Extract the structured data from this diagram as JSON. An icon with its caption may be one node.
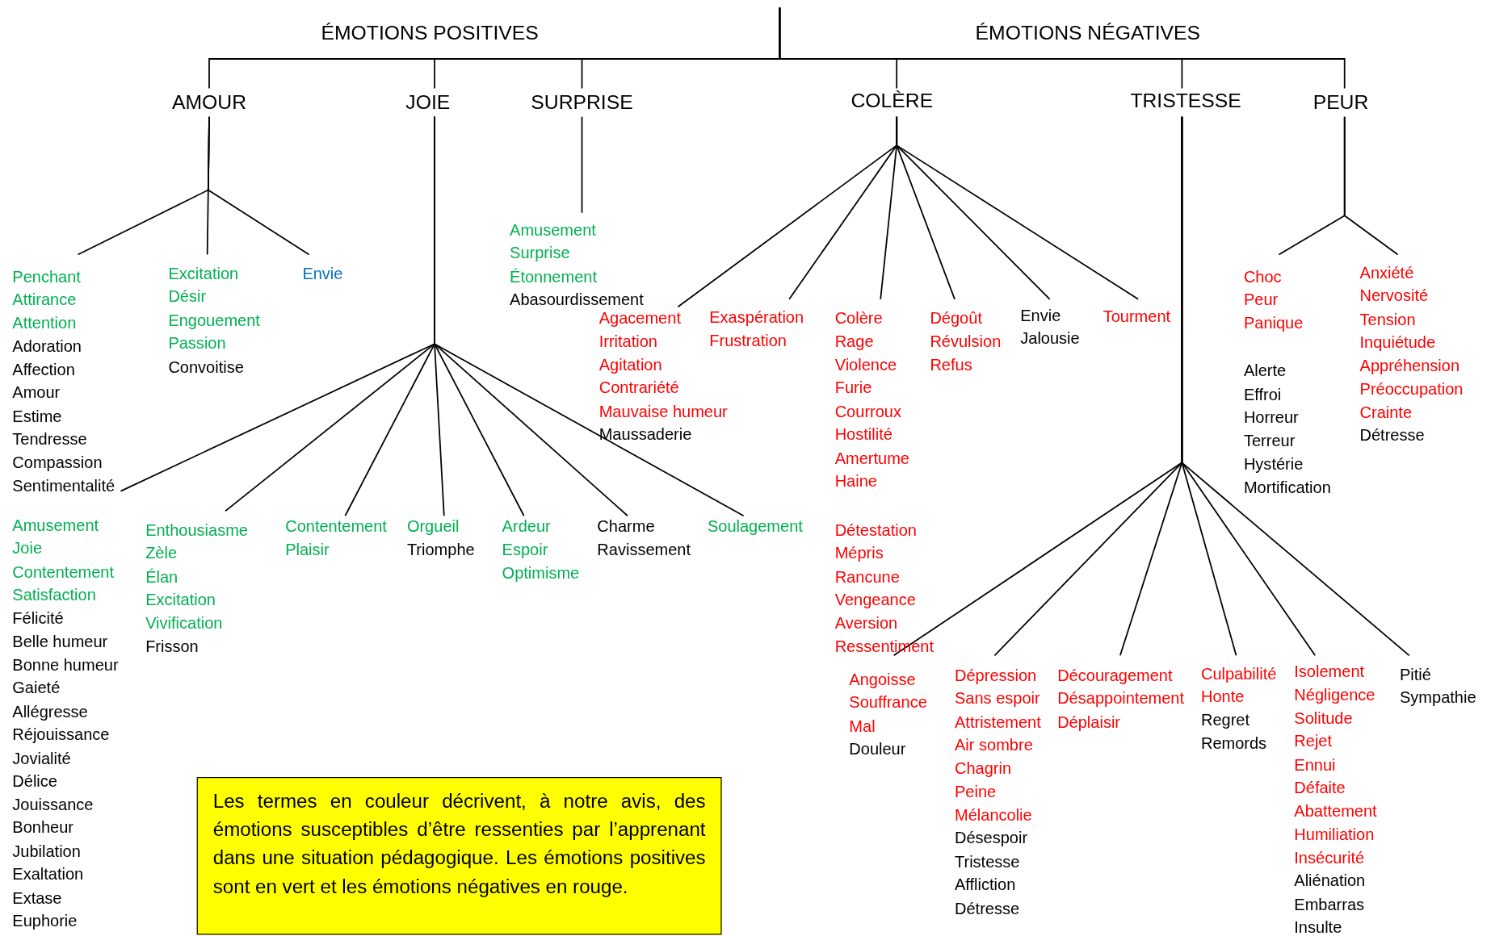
{
  "diagram": {
    "nodes": [
      {
        "text": [
          "AMOUR"
        ]
      },
      {
        "text": [
          "JOIE"
        ]
      },
      {
        "text": [
          "SURPRISE"
        ]
      },
      {
        "text": [
          "COLÈRE"
        ]
      },
      {
        "text": [
          "TRISTESSE"
        ]
      },
      {
        "text": [
          "PEUR"
        ]
      },
      {
        "text": [
          "Penchant",
          "Attirance",
          "Attention",
          "Adoration",
          "Affection",
          "Amour",
          "Estime",
          "Tendresse",
          "Compassion",
          "Sentimentalité"
        ]
      },
      {
        "text": [
          "Excitation",
          "Désir",
          "Engouement",
          "Passion",
          "Convoitise"
        ]
      },
      {
        "text": [
          "Envie"
        ]
      },
      {
        "text": [
          "Amusement",
          "Joie",
          "Contentement",
          "Satisfaction",
          "Félicité",
          "Belle humeur",
          "Bonne humeur",
          "Gaieté",
          "Allégresse",
          "Réjouissance",
          "Jovialité",
          "Délice",
          "Jouissance",
          "Bonheur",
          "Jubilation",
          "Exaltation",
          "Extase",
          "Euphorie"
        ]
      },
      {
        "text": [
          "Enthousiasme",
          "Zèle",
          "Élan",
          "Excitation",
          "Vivification",
          "Frisson"
        ]
      },
      {
        "text": [
          "Contentement",
          "Plaisir"
        ]
      },
      {
        "text": [
          "Orgueil",
          "Triomphe"
        ]
      },
      {
        "text": [
          "Ardeur",
          "Espoir",
          "Optimisme"
        ]
      },
      {
        "text": [
          "Charme",
          "Ravissement"
        ]
      },
      {
        "text": [
          "Soulagement"
        ]
      },
      {
        "text": [
          "Amusement",
          "Surprise",
          "Étonnement",
          "Abasourdissement"
        ]
      },
      {
        "text": [
          "Agacement",
          "Irritation",
          "Agitation",
          "Contrariété",
          "Mauvaise humeur",
          "Maussaderie"
        ]
      },
      {
        "text": [
          "Exaspération",
          "Frustration"
        ]
      },
      {
        "text": [
          "Colère",
          "Rage",
          "Violence",
          "Furie",
          "Courroux",
          "Hostilité",
          "Amertume",
          "Haine",
          "Détestation",
          "Mépris",
          "Rancune",
          "Vengeance",
          "Aversion",
          "Ressentiment"
        ]
      },
      {
        "text": [
          "Dégoût",
          "Révulsion",
          "Refus"
        ]
      },
      {
        "text": [
          "Envie",
          "Jalousie"
        ]
      },
      {
        "text": [
          "Tourment"
        ]
      },
      {
        "text": [
          "Angoisse",
          "Souffrance",
          "Mal",
          "Douleur"
        ]
      },
      {
        "text": [
          "Dépression",
          "Sans espoir",
          "Attristement",
          "Air sombre",
          "Chagrin",
          "Peine",
          "Mélancolie",
          "Désespoir",
          "Tristesse",
          "Affliction",
          "Détresse"
        ]
      },
      {
        "text": [
          "Découragement",
          "Désappointement",
          "Déplaisir"
        ]
      },
      {
        "text": [
          "Culpabilité",
          "Honte",
          "Regret",
          "Remords"
        ]
      },
      {
        "text": [
          "Isolement",
          "Négligence",
          "Solitude",
          "Rejet",
          "Ennui",
          "Défaite",
          "Abattement",
          "Humiliation",
          "Insécurité",
          "Aliénation",
          "Embarras",
          "Insulte"
        ]
      },
      {
        "text": [
          "Pitié",
          "Sympathie"
        ]
      },
      {
        "text": [
          "Choc",
          "Peur",
          "Panique",
          "Alerte",
          "Effroi",
          "Horreur",
          "Terreur",
          "Hystérie",
          "Mortification"
        ]
      },
      {
        "text": [
          "Anxiété",
          "Nervosité",
          "Tension",
          "Inquiétude",
          "Appréhension",
          "Préoccupation",
          "Crainte",
          "Détresse"
        ]
      },
      {
        "text": [
          "Les termes en couleur décrivent, à notre avis, des émotions susceptibles d’être ressenties par l’apprenant dans une situation pédagogique. Les émotions positives sont en vert et les émotions négatives en rouge."
        ]
      }
    ],
    "edges": [
      {
        "from": null,
        "to": 0,
        "arrow": "none"
      },
      {
        "from": null,
        "to": 1,
        "arrow": "none"
      },
      {
        "from": null,
        "to": 2,
        "arrow": "none"
      },
      {
        "from": null,
        "to": 3,
        "arrow": "none"
      },
      {
        "from": null,
        "to": 4,
        "arrow": "none"
      },
      {
        "from": null,
        "to": 5,
        "arrow": "none"
      },
      {
        "from": 0,
        "to": 6,
        "arrow": "none"
      },
      {
        "from": 0,
        "to": 7,
        "arrow": "none"
      },
      {
        "from": 0,
        "to": 8,
        "arrow": "none"
      },
      {
        "from": 1,
        "to": 9,
        "arrow": "none"
      },
      {
        "from": 1,
        "to": 10,
        "arrow": "none"
      },
      {
        "from": 1,
        "to": 11,
        "arrow": "none"
      },
      {
        "from": 1,
        "to": 12,
        "arrow": "none"
      },
      {
        "from": 1,
        "to": 13,
        "arrow": "none"
      },
      {
        "from": 1,
        "to": 14,
        "arrow": "none"
      },
      {
        "from": 1,
        "to": 15,
        "arrow": "none"
      },
      {
        "from": 2,
        "to": 16,
        "arrow": "none"
      },
      {
        "from": 3,
        "to": 17,
        "arrow": "none"
      },
      {
        "from": 3,
        "to": 18,
        "arrow": "none"
      },
      {
        "from": 3,
        "to": 19,
        "arrow": "none"
      },
      {
        "from": 3,
        "to": 20,
        "arrow": "none"
      },
      {
        "from": 3,
        "to": 21,
        "arrow": "none"
      },
      {
        "from": 3,
        "to": 22,
        "arrow": "none"
      },
      {
        "from": 4,
        "to": 23,
        "arrow": "none"
      },
      {
        "from": 4,
        "to": 24,
        "arrow": "none"
      },
      {
        "from": 4,
        "to": 25,
        "arrow": "none"
      },
      {
        "from": 4,
        "to": 26,
        "arrow": "none"
      },
      {
        "from": 4,
        "to": 27,
        "arrow": "none"
      },
      {
        "from": 4,
        "to": 28,
        "arrow": "none"
      },
      {
        "from": 5,
        "to": 29,
        "arrow": "none"
      },
      {
        "from": 5,
        "to": 30,
        "arrow": "none"
      }
    ],
    "labels": [
      "ÉMOTIONS POSITIVES",
      "ÉMOTIONS NÉGATIVES"
    ]
  }
}
